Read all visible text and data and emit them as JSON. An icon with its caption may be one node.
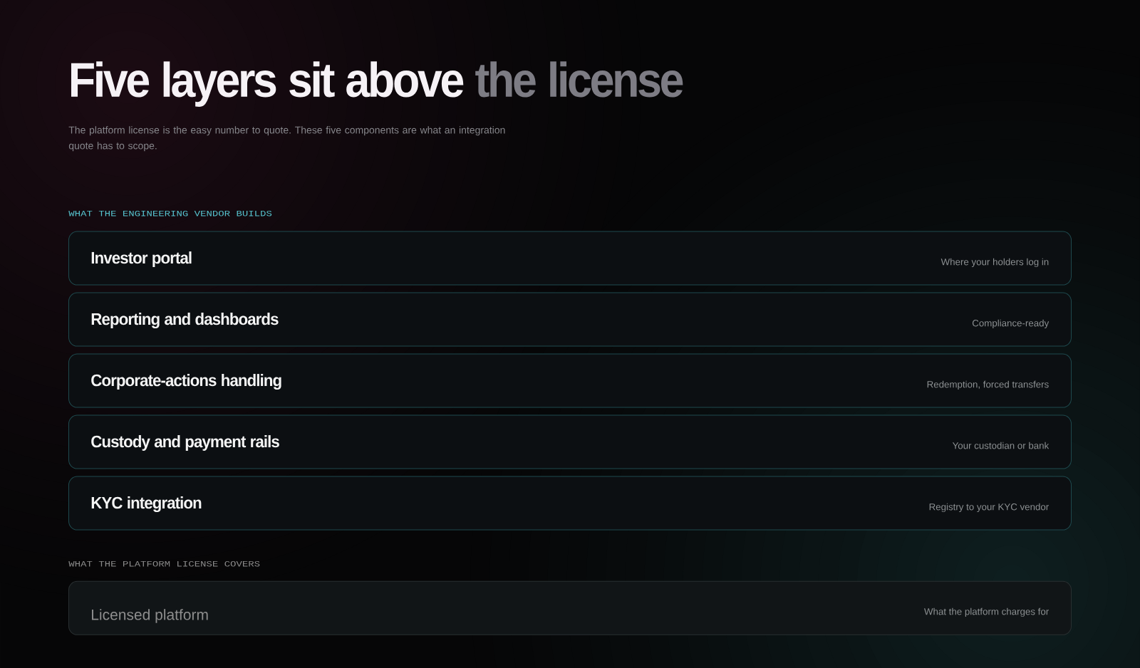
{
  "diagram": {
    "title": "Five layers sit above the license",
    "nodes": [
      {
        "text": [
          "Investor portal",
          "Where your holders log in"
        ]
      },
      {
        "text": [
          "Reporting and dashboards",
          "Compliance-ready"
        ]
      },
      {
        "text": [
          "Corporate-actions handling",
          "Redemption, forced transfers"
        ]
      },
      {
        "text": [
          "Custody and payment rails",
          "Your custodian or bank"
        ]
      },
      {
        "text": [
          "KYC integration",
          "Registry to your KYC vendor"
        ]
      },
      {
        "text": [
          "Licensed platform",
          "What the platform charges for"
        ]
      }
    ],
    "labels": [
      "The platform license is the easy number to quote. These five components are what an integration quote has to scope.",
      "WHAT THE ENGINEERING VENDOR BUILDS",
      "WHAT THE PLATFORM LICENSE COVERS"
    ]
  }
}
